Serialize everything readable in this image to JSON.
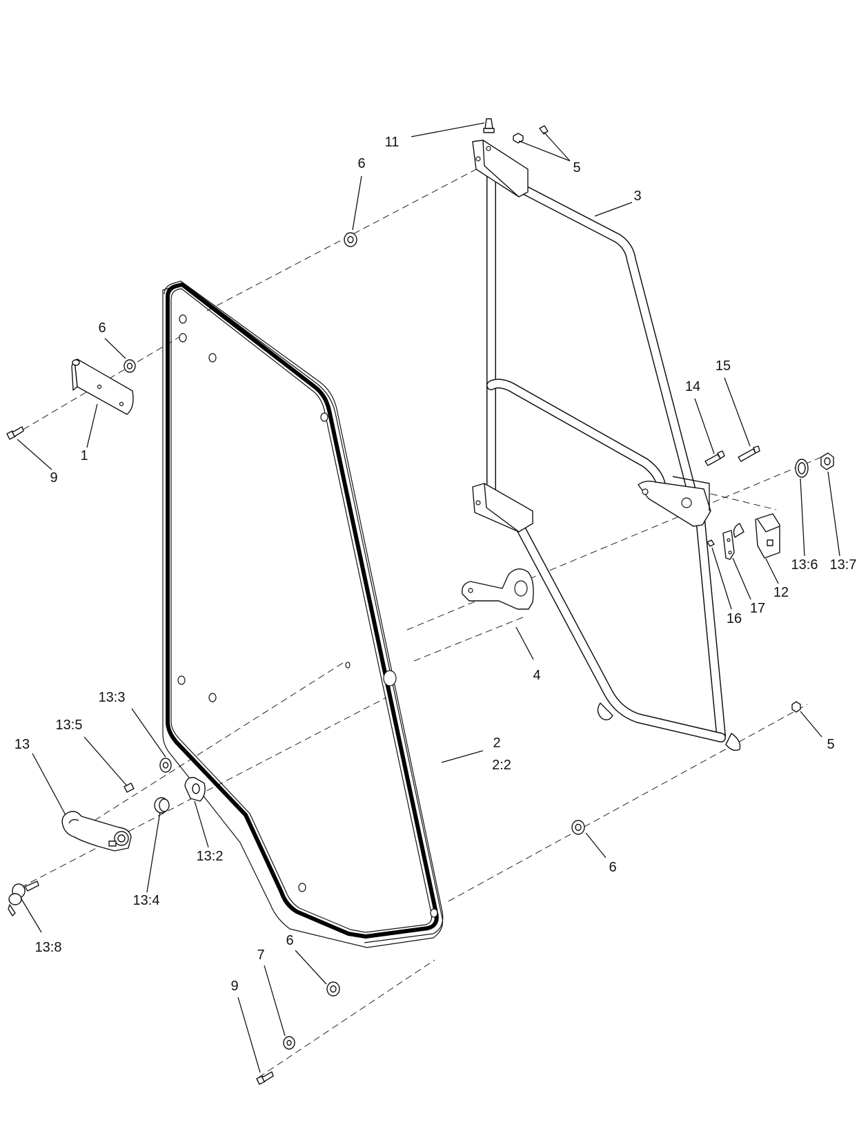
{
  "callouts": {
    "c1": "1",
    "c2": "2",
    "c2_2": "2:2",
    "c3": "3",
    "c4": "4",
    "c5a": "5",
    "c5b": "5",
    "c6a": "6",
    "c6b": "6",
    "c6c": "6",
    "c6d": "6",
    "c7": "7",
    "c9a": "9",
    "c9b": "9",
    "c11": "11",
    "c12": "12",
    "c13": "13",
    "c13_2": "13:2",
    "c13_3": "13:3",
    "c13_4": "13:4",
    "c13_5": "13:5",
    "c13_6": "13:6",
    "c13_7": "13:7",
    "c13_8": "13:8",
    "c14": "14",
    "c15": "15",
    "c16": "16",
    "c17": "17"
  }
}
